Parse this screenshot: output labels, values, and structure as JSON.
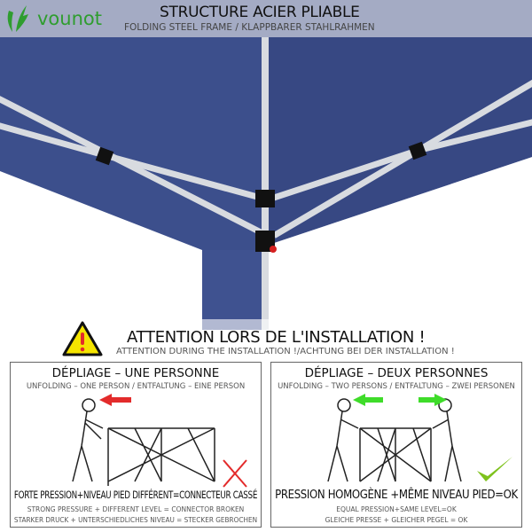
{
  "brand": {
    "name": "vounot",
    "color": "#2f9d2f"
  },
  "header": {
    "title": "STRUCTURE ACIER PLIABLE",
    "subtitle": "FOLDING STEEL FRAME / KLAPPBARER STAHLRAHMEN"
  },
  "colors": {
    "canopy": "#3c4f8c",
    "frame": "#d8dbe0",
    "warning": "#f5e400",
    "cross": "#e32b2b",
    "check": "#7ec21d",
    "arrow_left": "#e32b2b",
    "arrow_right": "#3fdc2a"
  },
  "warning": {
    "icon": "warning-triangle-icon",
    "title": "ATTENTION LORS DE L'INSTALLATION !",
    "subtitle": "ATTENTION DURING THE INSTALLATION !/ACHTUNG BEI DER INSTALLATION !"
  },
  "panels": [
    {
      "title": "DÉPLIAGE – UNE PERSONNE",
      "subtitle": "UNFOLDING – ONE PERSON / ENTFALTUNG – EINE PERSON",
      "caption": "FORTE PRESSION+NIVEAU PIED DIFFÉRENT=CONNECTEUR CASSÉ",
      "caption_en": "STRONG PRESSURE + DIFFERENT LEVEL = CONNECTOR BROKEN",
      "caption_de": "STARKER DRUCK + UNTERSCHIEDLICHES NIVEAU = STECKER GEBROCHEN",
      "result_icon": "cross-icon"
    },
    {
      "title": "DÉPLIAGE – DEUX PERSONNES",
      "subtitle": "UNFOLDING – TWO PERSONS / ENTFALTUNG – ZWEI PERSONEN",
      "caption": "PRESSION HOMOGÈNE +MÊME NIVEAU PIED=OK",
      "caption_en": "EQUAL PRESSION+SAME LEVEL=OK",
      "caption_de": "GLEICHE PRESSE + GLEICHER PEGEL = OK",
      "result_icon": "checkmark-icon"
    }
  ]
}
